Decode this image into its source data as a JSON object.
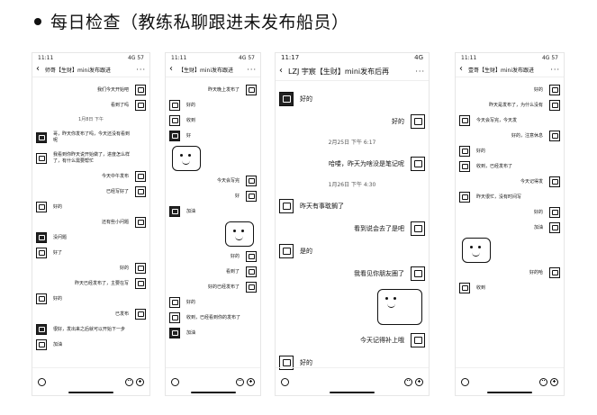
{
  "slide": {
    "title": "每日检查（教练私聊跟进未发布船员）"
  },
  "phones": [
    {
      "time": "11:11",
      "signal": "4G 57",
      "title": "师哥【生财】mini发布跟进",
      "messages": [
        {
          "side": "right",
          "text": "我们今天开始吧"
        },
        {
          "side": "right",
          "text": "看到了吗"
        },
        {
          "side": "center",
          "text": "1月8日 下午"
        },
        {
          "side": "left",
          "text": "哥，昨天你发布了吗，今天还没有看到呢"
        },
        {
          "side": "left",
          "text": "我看到你昨天说开始做了，进度怎么样了，有什么需要帮忙"
        },
        {
          "side": "right",
          "text": "今天中午发布"
        },
        {
          "side": "right",
          "text": "已经写好了"
        },
        {
          "side": "left",
          "text": "好的"
        },
        {
          "side": "right",
          "text": "还有些小问题"
        },
        {
          "side": "left",
          "text": "没问题"
        },
        {
          "side": "left",
          "text": "好了"
        },
        {
          "side": "right",
          "text": "好的"
        },
        {
          "side": "right",
          "text": "昨天已经发布了，主要在写"
        },
        {
          "side": "left",
          "text": "好的"
        },
        {
          "side": "right",
          "text": "已发布"
        },
        {
          "side": "left",
          "text": "很好，发出来之后就可以开始下一步"
        },
        {
          "side": "left",
          "text": "加油"
        }
      ]
    },
    {
      "time": "11:11",
      "signal": "4G 57",
      "title": "【生财】mini发布跟进",
      "messages": [
        {
          "side": "right",
          "text": "昨天晚上发布了"
        },
        {
          "side": "left",
          "text": "好的"
        },
        {
          "side": "left",
          "text": "收到"
        },
        {
          "side": "left",
          "text": "好"
        },
        {
          "side": "right",
          "text": "今天会写完"
        },
        {
          "side": "right",
          "text": "好"
        },
        {
          "side": "left",
          "text": "加油"
        },
        {
          "side": "right",
          "text": "好的"
        },
        {
          "side": "right",
          "text": "看到了"
        },
        {
          "side": "right",
          "text": "好的已经发布了"
        },
        {
          "side": "left",
          "text": "好的"
        },
        {
          "side": "left",
          "text": "收到，已经看到你的发布了"
        },
        {
          "side": "left",
          "text": "加油"
        }
      ]
    },
    {
      "time": "11:17",
      "signal": "4G",
      "title": "LZJ 宇宸【生财】mini发布后再",
      "messages": [
        {
          "side": "left",
          "text": "好的"
        },
        {
          "side": "right",
          "text": "好的"
        },
        {
          "side": "center",
          "text": "2月25日 下午 6:17"
        },
        {
          "side": "right",
          "text": "哈喽，昨天为啥没是笔记呢"
        },
        {
          "side": "center",
          "text": "1月26日 下午 4:30"
        },
        {
          "side": "left",
          "text": "昨天有事耽搁了"
        },
        {
          "side": "right",
          "text": "看到说会去了是吧"
        },
        {
          "side": "left",
          "text": "是的"
        },
        {
          "side": "right",
          "text": "我看见你朋友圈了"
        },
        {
          "side": "right",
          "text": "今天记得补上哦"
        },
        {
          "side": "left",
          "text": "好的"
        }
      ]
    },
    {
      "time": "11:11",
      "signal": "4G 57",
      "title": "壹哥【生财】mini发布跟进",
      "messages": [
        {
          "side": "right",
          "text": "好的"
        },
        {
          "side": "right",
          "text": "昨天是发布了，为什么没有"
        },
        {
          "side": "left",
          "text": "今天会写完，今天发"
        },
        {
          "side": "right",
          "text": "好的，注意休息"
        },
        {
          "side": "left",
          "text": "好的"
        },
        {
          "side": "left",
          "text": "收到，已经发布了"
        },
        {
          "side": "right",
          "text": "今天记得发"
        },
        {
          "side": "left",
          "text": "昨天很忙，没有时间写"
        },
        {
          "side": "right",
          "text": "好的"
        },
        {
          "side": "right",
          "text": "加油"
        },
        {
          "side": "right",
          "text": "好的哈"
        },
        {
          "side": "left",
          "text": "收到"
        }
      ]
    }
  ]
}
